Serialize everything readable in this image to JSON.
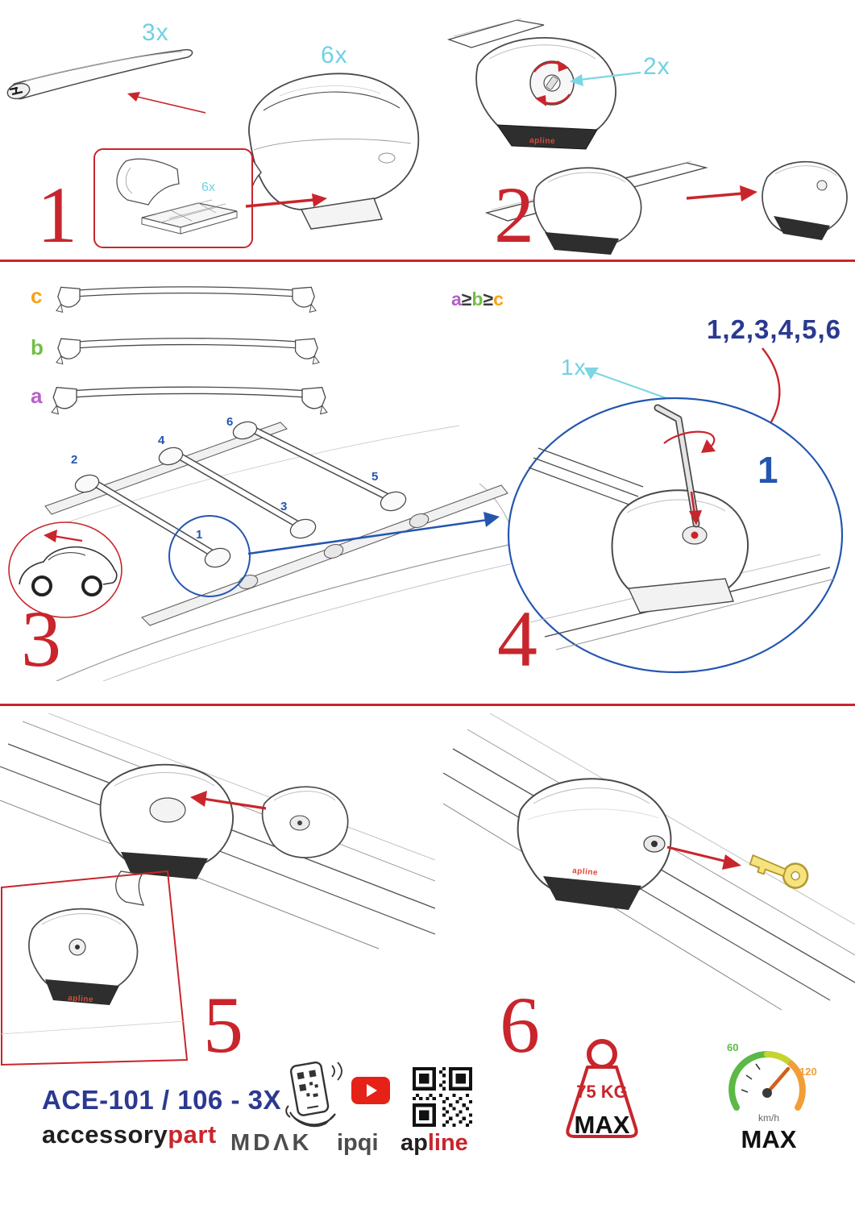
{
  "colors": {
    "accent_red": "#c9252c",
    "qty_cyan": "#6fd1e3",
    "brand_blue": "#2b3990",
    "marker_blue": "#2456b0",
    "label_green": "#72bf44",
    "label_orange": "#f7a11a",
    "label_purple": "#b65fc9",
    "key_yellow": "#f5e47d"
  },
  "step1": {
    "number": "1",
    "bar_qty": "3x",
    "foot_qty": "6x",
    "pad_qty": "6x"
  },
  "step2": {
    "number": "2",
    "dial_qty": "2x",
    "brand": "apline"
  },
  "step3": {
    "number": "3",
    "bar_a_label": "a",
    "bar_b_label": "b",
    "bar_c_label": "c",
    "positions": [
      "1",
      "2",
      "3",
      "4",
      "5",
      "6"
    ]
  },
  "step4": {
    "number": "4",
    "ineq_a": "a",
    "ineq_gte": "≥",
    "ineq_b": "b",
    "ineq_c": "c",
    "sequence": "1,2,3,4,5,6",
    "tool_qty": "1x",
    "first_position": "1"
  },
  "step5": {
    "number": "5",
    "brand": "apline"
  },
  "step6": {
    "number": "6",
    "brand": "apline"
  },
  "footer": {
    "product_code": "ACE-101 / 106 - 3X",
    "brand_part1": "accessory",
    "brand_part2": "part",
    "logo_mdak": "MDΛK",
    "logo_ipqi": "ipqi",
    "logo_apline_part1": "ap",
    "logo_apline_part2": "line",
    "max_load": "75 KG",
    "max_load_label": "MAX",
    "speed_low": "60",
    "speed_high": "120",
    "speed_unit": "km/h",
    "speed_max_label": "MAX"
  }
}
